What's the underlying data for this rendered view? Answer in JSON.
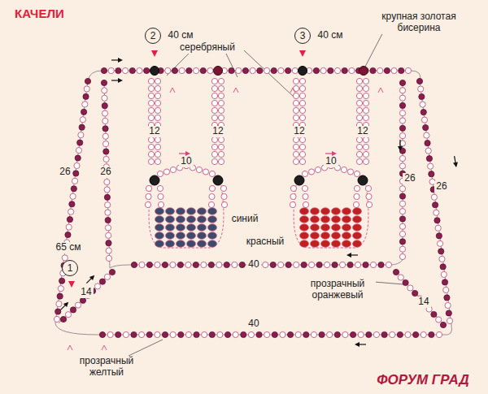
{
  "diagram": {
    "title": "КАЧЕЛИ",
    "nodes": [
      {
        "text": [
          "2"
        ]
      },
      {
        "text": [
          "3"
        ]
      },
      {
        "text": [
          "1"
        ]
      }
    ],
    "labels": [
      "40 см",
      "40 см",
      "крупная золотая бисерина",
      "серебряный",
      "12",
      "12",
      "12",
      "12",
      "10",
      "10",
      "26",
      "26",
      "26",
      "26",
      "65 см",
      "14",
      "14",
      "40",
      "40",
      "синий",
      "красный",
      "прозрачный оранжевый",
      "прозрачный желтый",
      "ФОРУМ ГРАД"
    ]
  }
}
